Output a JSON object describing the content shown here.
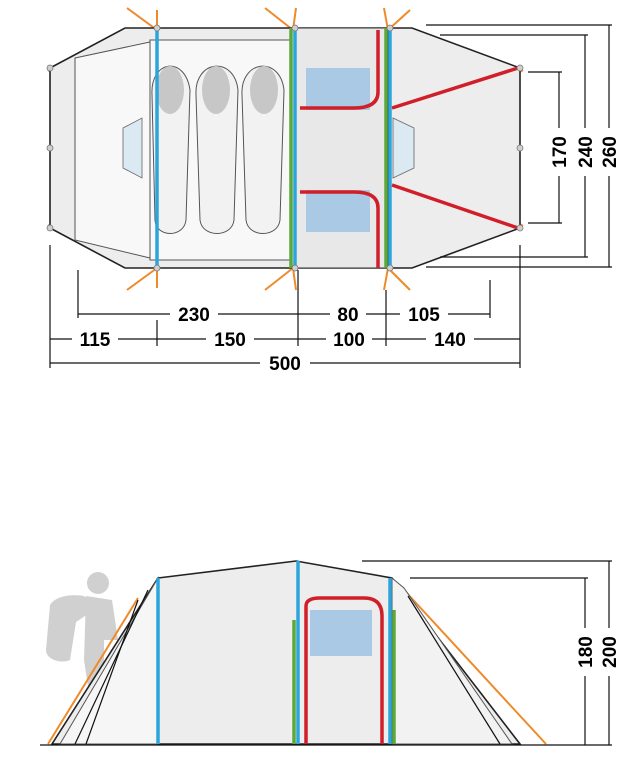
{
  "plan_view": {
    "widths": {
      "inner_length": "230",
      "middle": "80",
      "vestibule_front": "105",
      "rear_vestibule": "115",
      "sleeping_cabin": "150",
      "living_area": "100",
      "front_porch": "140",
      "total_length": "500"
    },
    "depths": {
      "inner_width": "170",
      "living_width": "240",
      "total_width": "260"
    }
  },
  "side_view": {
    "heights": {
      "inner_height": "180",
      "total_height": "200"
    }
  },
  "colors": {
    "pole_blue": "#2aa6dd",
    "pole_green": "#5ea83a",
    "door_red": "#d11f2a",
    "guy_line_orange": "#ef8a2a",
    "window_blue": "#a9c9e4"
  }
}
